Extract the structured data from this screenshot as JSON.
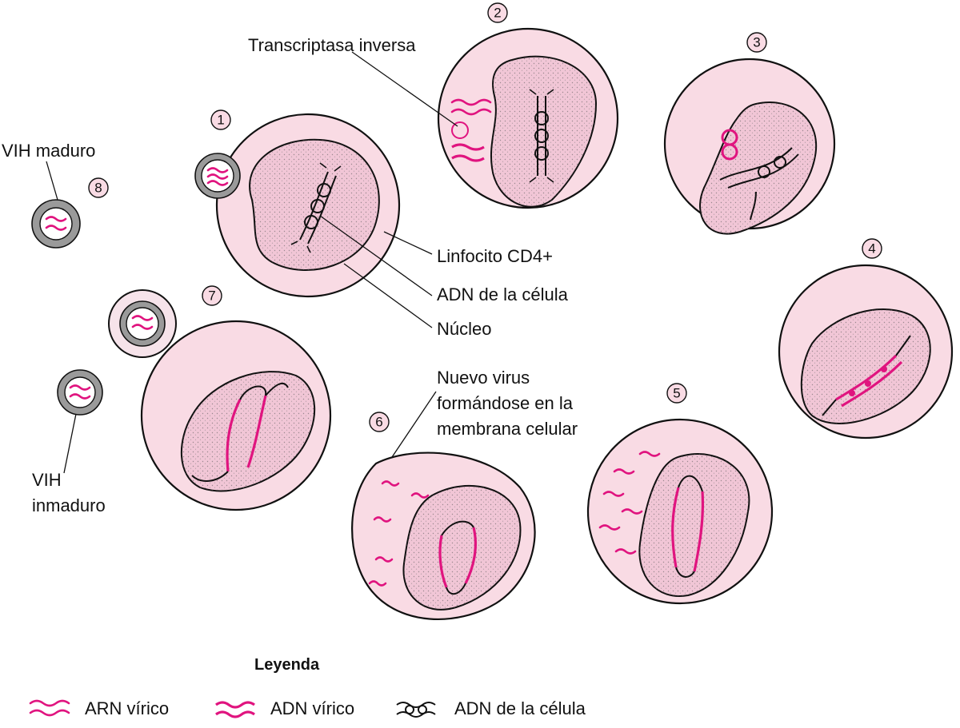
{
  "labels": {
    "transcriptasa": "Transcriptasa inversa",
    "vih_maduro": "VIH maduro",
    "linfocito": "Linfocito CD4+",
    "adn_celula": "ADN de la célula",
    "nucleo": "Núcleo",
    "nuevo_virus_1": "Nuevo virus",
    "nuevo_virus_2": "formándose en la",
    "nuevo_virus_3": "membrana celular",
    "vih_inmaduro_1": "VIH",
    "vih_inmaduro_2": "inmaduro"
  },
  "steps": [
    "1",
    "2",
    "3",
    "4",
    "5",
    "6",
    "7",
    "8"
  ],
  "legend": {
    "title": "Leyenda",
    "arn": "ARN vírico",
    "adn_virico": "ADN vírico",
    "adn_celula": "ADN de la célula"
  },
  "colors": {
    "cell": "#f9dbe4",
    "nucleus": "#f1c6d6",
    "viral": "#e0147f",
    "cell_dna": "#111111"
  }
}
